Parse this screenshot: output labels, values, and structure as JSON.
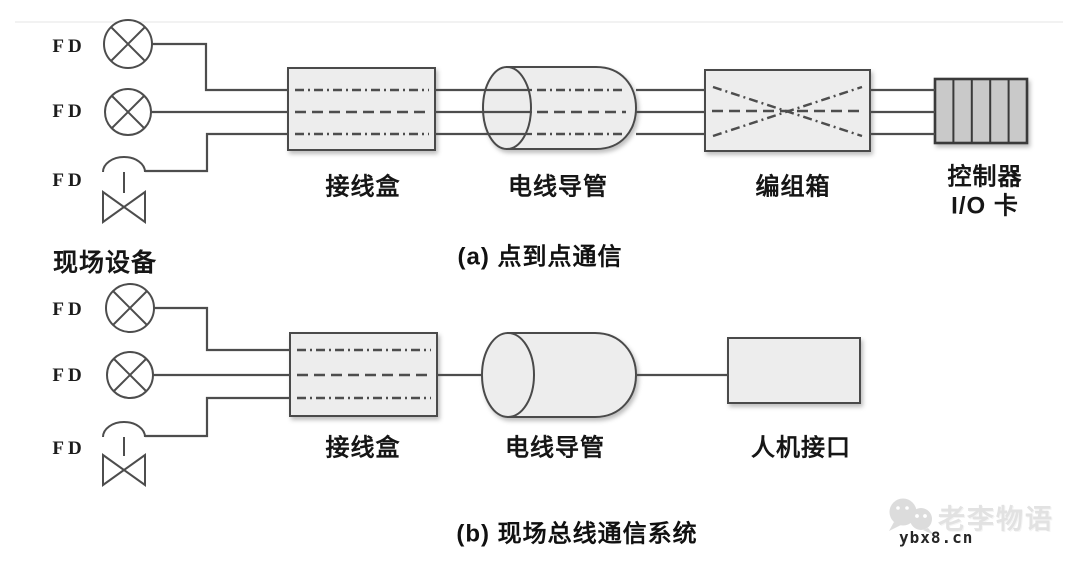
{
  "colors": {
    "line": "#4d4d4d",
    "box_fill": "#ededed",
    "box_border": "#4a4a4a",
    "card_fill": "#c9c9c9",
    "text": "#161616",
    "watermark_light": "#e2e2e2",
    "watermark_dark": "#262626"
  },
  "field_devices_label": "现场设备",
  "section_a": {
    "caption": "(a) 点到点通信",
    "fd_labels": [
      "FD",
      "FD",
      "FD"
    ],
    "junction_box_label": "接线盒",
    "conduit_label": "电线导管",
    "marshalling_box_label": "编组箱",
    "controller_label_line1": "控制器",
    "controller_label_line2": "I/O 卡"
  },
  "section_b": {
    "caption": "(b) 现场总线通信系统",
    "fd_labels": [
      "FD",
      "FD",
      "FD"
    ],
    "junction_box_label": "接线盒",
    "conduit_label": "电线导管",
    "hmi_label": "人机接口"
  },
  "watermark": {
    "brand": "老李物语",
    "site": "ybx8.cn",
    "icon": "chat-bubbles-icon"
  }
}
